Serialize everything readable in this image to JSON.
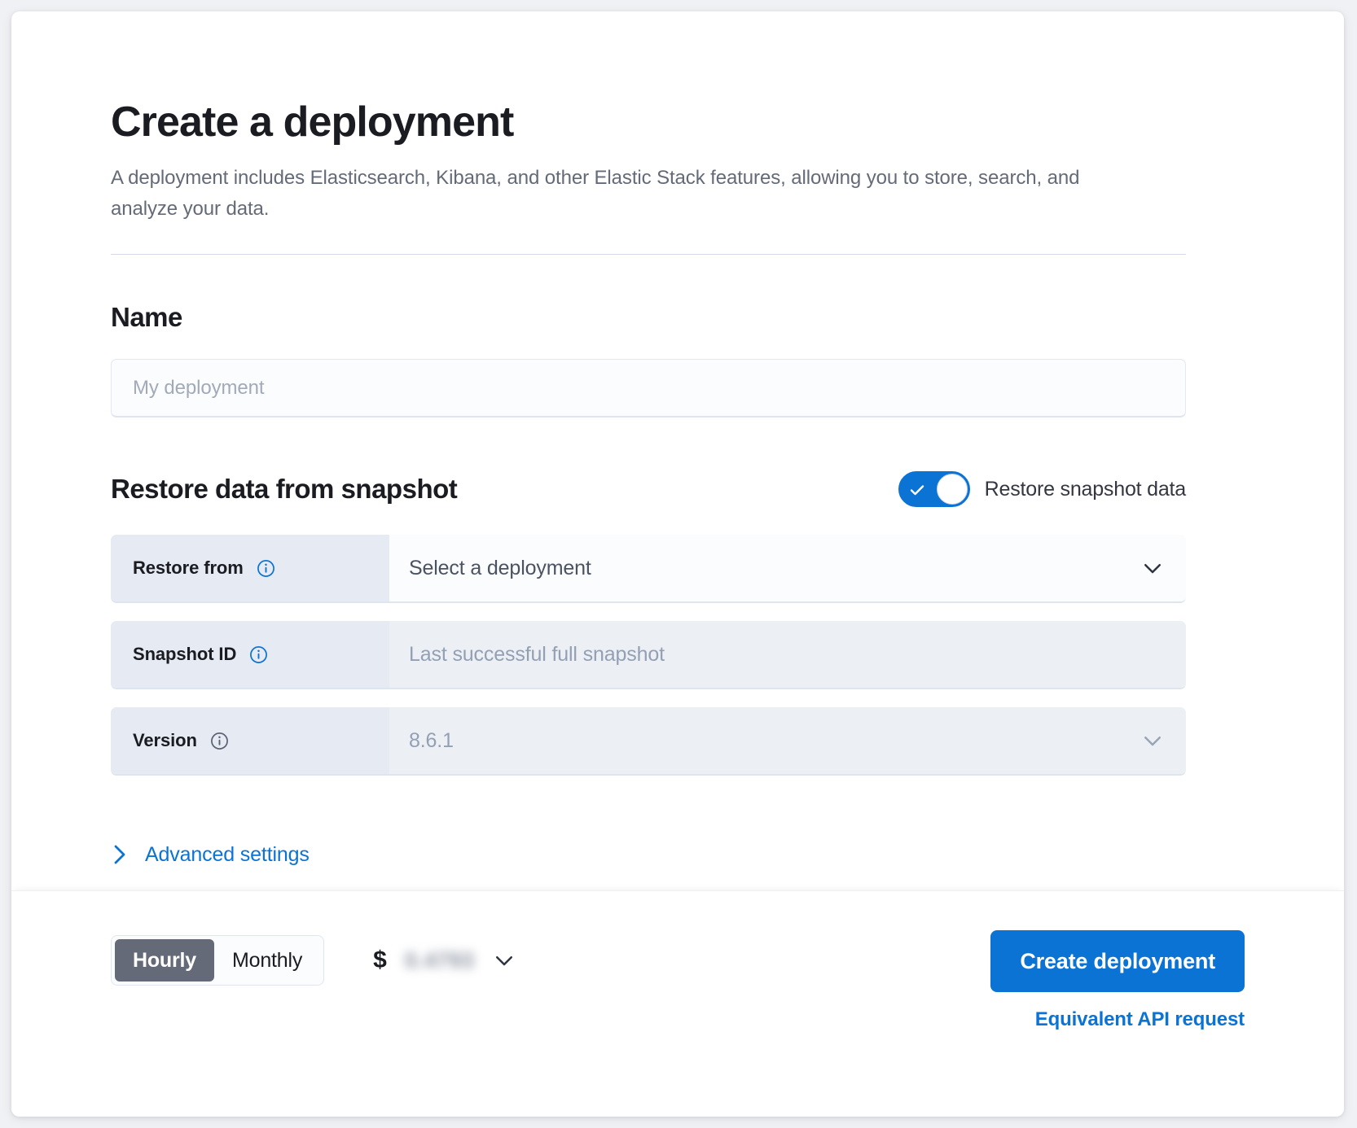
{
  "page": {
    "title": "Create a deployment",
    "subtitle": "A deployment includes Elasticsearch, Kibana, and other Elastic Stack features, allowing you to store, search, and analyze your data."
  },
  "name_section": {
    "heading": "Name",
    "input_placeholder": "My deployment",
    "input_value": ""
  },
  "restore_section": {
    "heading": "Restore data from snapshot",
    "toggle": {
      "label": "Restore snapshot data",
      "checked": true,
      "on_color": "#0b73d4"
    },
    "rows": [
      {
        "label": "Restore from",
        "value": "Select a deployment",
        "control": "select",
        "disabled": false,
        "info_icon": "info-icon",
        "chevron": "chevron-down-icon"
      },
      {
        "label": "Snapshot ID",
        "value": "Last successful full snapshot",
        "control": "text",
        "disabled": true,
        "info_icon": "info-icon",
        "chevron": ""
      },
      {
        "label": "Version",
        "value": "8.6.1",
        "control": "select",
        "disabled": true,
        "info_icon": "info-icon",
        "chevron": "chevron-down-icon"
      }
    ],
    "advanced_settings_label": "Advanced settings"
  },
  "footer": {
    "billing_options": [
      "Hourly",
      "Monthly"
    ],
    "billing_selected": "Hourly",
    "price_currency": "$",
    "price_value": "0.4793",
    "price_chevron": "chevron-down-icon",
    "create_button": "Create deployment",
    "api_link": "Equivalent API request"
  },
  "colors": {
    "accent": "#0b73d4",
    "text": "#1a1c21",
    "muted": "#646a77",
    "field_disabled": "#ecf0f5",
    "prepend": "#e6eaf2",
    "segment_active": "#646a77"
  }
}
